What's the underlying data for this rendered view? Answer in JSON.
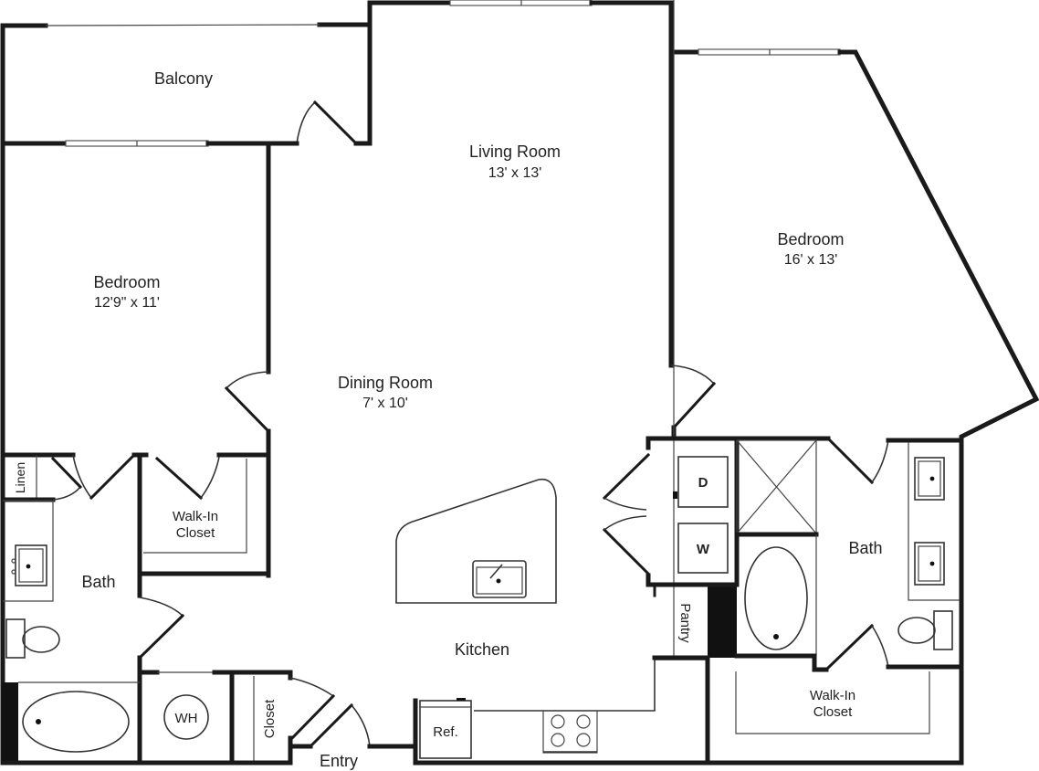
{
  "floorplan": {
    "rooms": {
      "balcony": {
        "name": "Balcony"
      },
      "living_room": {
        "name": "Living Room",
        "size": "13' x 13'"
      },
      "bedroom_left": {
        "name": "Bedroom",
        "size": "12'9\" x 11'"
      },
      "bedroom_right": {
        "name": "Bedroom",
        "size": "16' x 13'"
      },
      "dining_room": {
        "name": "Dining Room",
        "size": "7' x 10'"
      },
      "kitchen": {
        "name": "Kitchen"
      },
      "bath_left": {
        "name": "Bath"
      },
      "bath_right": {
        "name": "Bath"
      },
      "walk_in_left": {
        "line1": "Walk-In",
        "line2": "Closet"
      },
      "walk_in_right": {
        "line1": "Walk-In",
        "line2": "Closet"
      },
      "linen": {
        "name": "Linen"
      },
      "closet_entry": {
        "name": "Closet"
      },
      "pantry": {
        "name": "Pantry"
      },
      "entry": {
        "name": "Entry"
      }
    },
    "fixtures": {
      "water_heater": "WH",
      "refrigerator": "Ref.",
      "dryer": "D",
      "washer": "W"
    },
    "colors": {
      "wall": "#1a1a1a",
      "background": "#ffffff",
      "label": "#222222"
    }
  }
}
